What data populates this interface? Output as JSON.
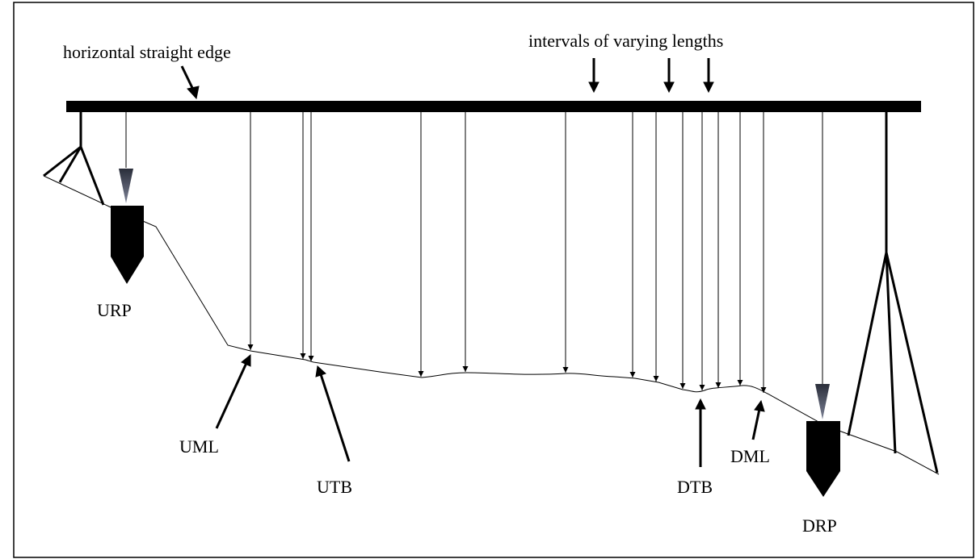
{
  "labels": {
    "straight_edge": "horizontal straight edge",
    "intervals": "intervals of varying lengths",
    "urp": "URP",
    "uml": "UML",
    "utb": "UTB",
    "dtb": "DTB",
    "dml": "DML",
    "drp": "DRP"
  },
  "colors": {
    "ink": "#000000",
    "pin_tip": "#5a5f6e",
    "frame": "#000000",
    "background": "#ffffff"
  }
}
